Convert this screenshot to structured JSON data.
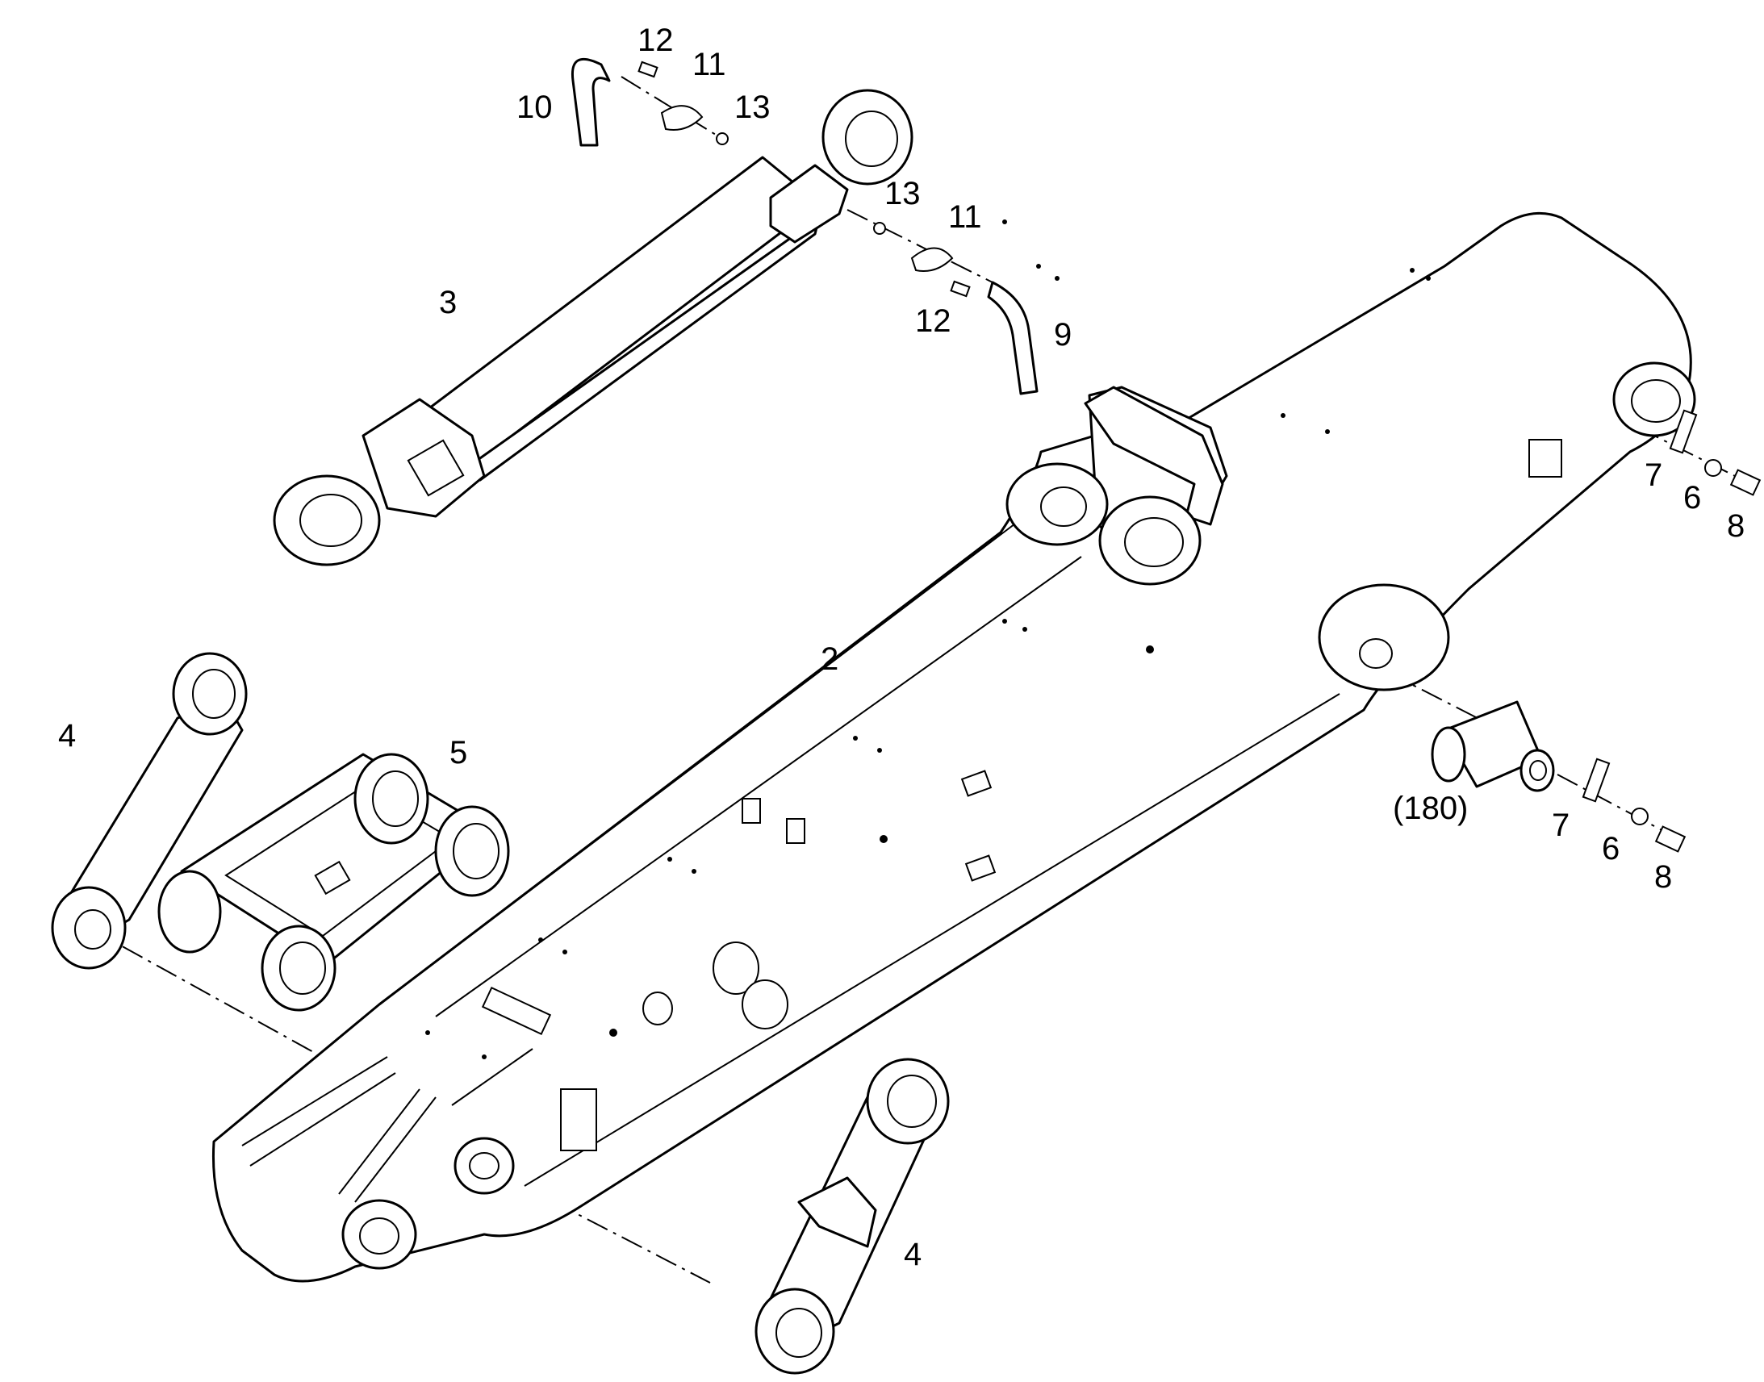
{
  "callouts": {
    "c2": "2",
    "c3": "3",
    "c4a": "4",
    "c4b": "4",
    "c5": "5",
    "c6a": "6",
    "c6b": "6",
    "c7a": "7",
    "c7b": "7",
    "c8a": "8",
    "c8b": "8",
    "c9": "9",
    "c10": "10",
    "c11a": "11",
    "c11b": "11",
    "c12a": "12",
    "c12b": "12",
    "c13a": "13",
    "c13b": "13",
    "c180": "(180)"
  },
  "colors": {
    "line": "#000000",
    "background": "#ffffff"
  }
}
